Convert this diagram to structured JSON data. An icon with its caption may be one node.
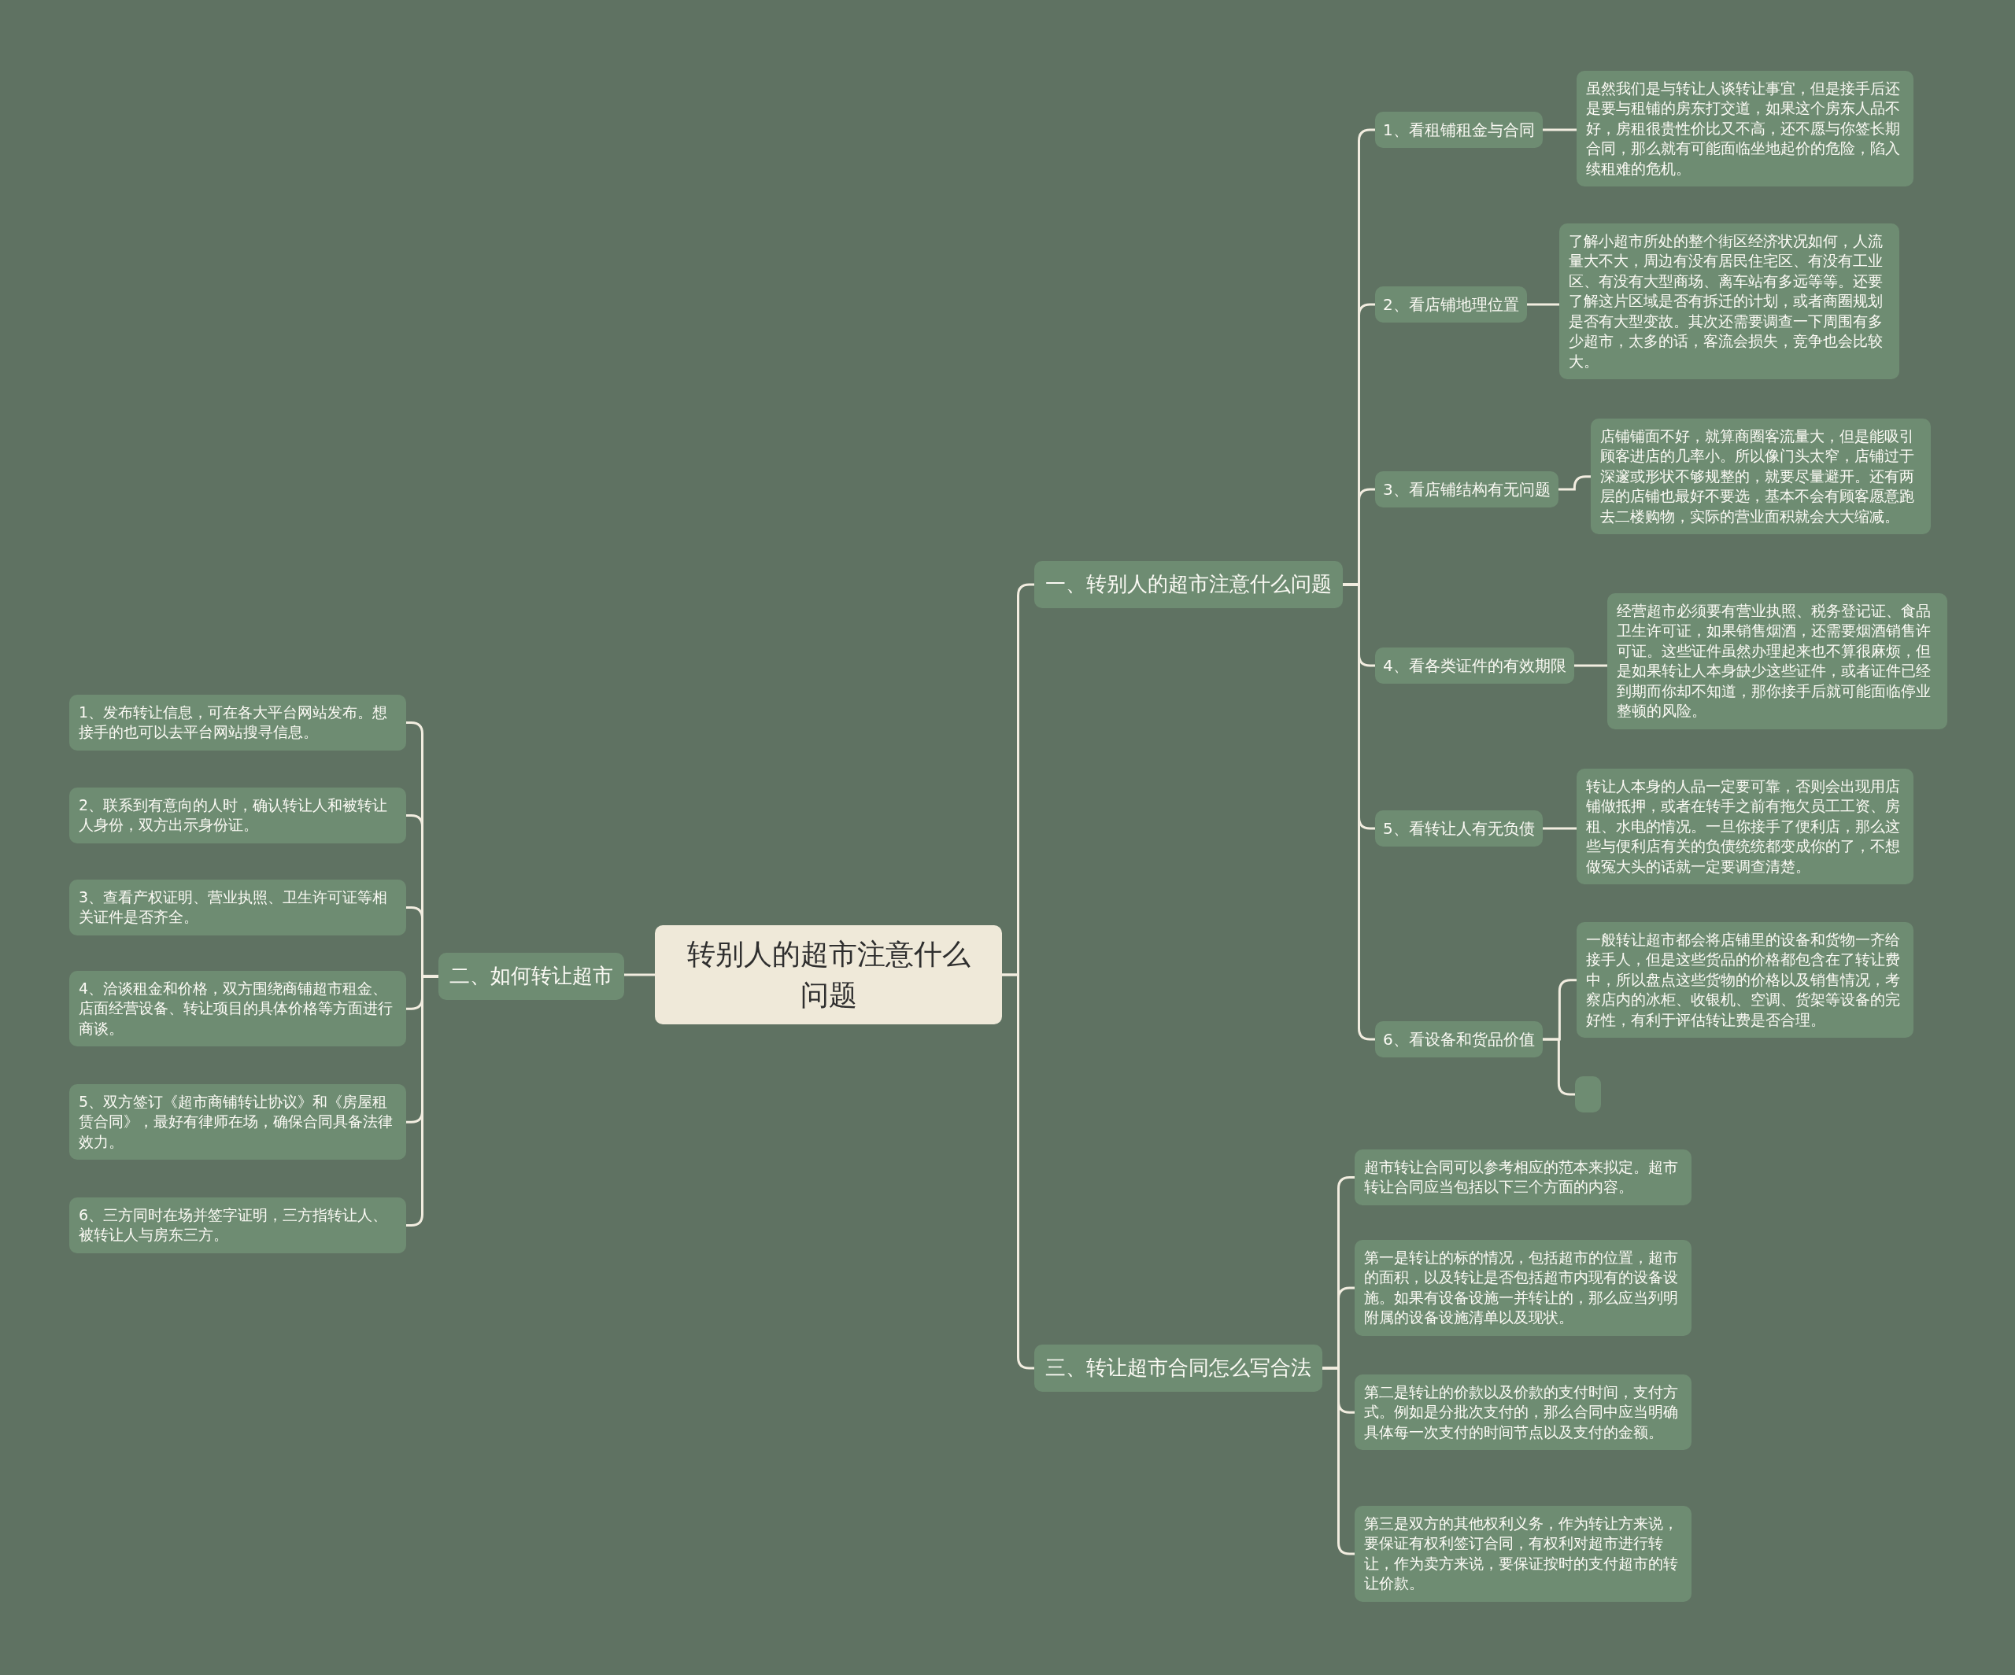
{
  "diagram": {
    "nodes": [
      {
        "text": [
          "转别人的超市注意什么问题"
        ]
      },
      {
        "text": [
          "一、转别人的超市注意什么问题"
        ]
      },
      {
        "text": [
          "二、如何转让超市"
        ]
      },
      {
        "text": [
          "三、转让超市合同怎么写合法"
        ]
      },
      {
        "text": [
          "1、看租铺租金与合同"
        ]
      },
      {
        "text": [
          "虽然我们是与转让人谈转让事宜，但是接手后还是要与租铺的房东打交道，如果这个房东人品不好，房租很贵性价比又不高，还不愿与你签长期合同，那么就有可能面临坐地起价的危险，陷入续租难的危机。"
        ]
      },
      {
        "text": [
          "2、看店铺地理位置"
        ]
      },
      {
        "text": [
          "了解小超市所处的整个街区经济状况如何，人流量大不大，周边有没有居民住宅区、有没有工业区、有没有大型商场、离车站有多远等等。还要了解这片区域是否有拆迁的计划，或者商圈规划是否有大型变故。其次还需要调查一下周围有多少超市，太多的话，客流会损失，竞争也会比较大。"
        ]
      },
      {
        "text": [
          "3、看店铺结构有无问题"
        ]
      },
      {
        "text": [
          "店铺铺面不好，就算商圈客流量大，但是能吸引顾客进店的几率小。所以像门头太窄，店铺过于深邃或形状不够规整的，就要尽量避开。还有两层的店铺也最好不要选，基本不会有顾客愿意跑去二楼购物，实际的营业面积就会大大缩减。"
        ]
      },
      {
        "text": [
          "4、看各类证件的有效期限"
        ]
      },
      {
        "text": [
          "经营超市必须要有营业执照、税务登记证、食品卫生许可证，如果销售烟酒，还需要烟酒销售许可证。这些证件虽然办理起来也不算很麻烦，但是如果转让人本身缺少这些证件，或者证件已经到期而你却不知道，那你接手后就可能面临停业整顿的风险。"
        ]
      },
      {
        "text": [
          "5、看转让人有无负债"
        ]
      },
      {
        "text": [
          "转让人本身的人品一定要可靠，否则会出现用店铺做抵押，或者在转手之前有拖欠员工工资、房租、水电的情况。一旦你接手了便利店，那么这些与便利店有关的负债统统都变成你的了，不想做冤大头的话就一定要调查清楚。"
        ]
      },
      {
        "text": [
          "6、看设备和货品价值"
        ]
      },
      {
        "text": [
          "一般转让超市都会将店铺里的设备和货物一齐给接手人，但是这些货品的价格都包含在了转让费中，所以盘点这些货物的价格以及销售情况，考察店内的冰柜、收银机、空调、货架等设备的完好性，有利于评估转让费是否合理。"
        ]
      },
      {
        "text": [],
        "shape": "box"
      },
      {
        "text": [
          "超市转让合同可以参考相应的范本来拟定。超市转让合同应当包括以下三个方面的内容。"
        ]
      },
      {
        "text": [
          "第一是转让的标的情况，包括超市的位置，超市的面积，以及转让是否包括超市内现有的设备设施。如果有设备设施一并转让的，那么应当列明附属的设备设施清单以及现状。"
        ]
      },
      {
        "text": [
          "第二是转让的价款以及价款的支付时间，支付方式。例如是分批次支付的，那么合同中应当明确具体每一次支付的时间节点以及支付的金额。"
        ]
      },
      {
        "text": [
          "第三是双方的其他权利义务，作为转让方来说，要保证有权利签订合同，有权利对超市进行转让，作为卖方来说，要保证按时的支付超市的转让价款。"
        ]
      },
      {
        "text": [
          "1、发布转让信息，可在各大平台网站发布。想接手的也可以去平台网站搜寻信息。"
        ]
      },
      {
        "text": [
          "2、联系到有意向的人时，确认转让人和被转让人身份，双方出示身份证。"
        ]
      },
      {
        "text": [
          "3、查看产权证明、营业执照、卫生许可证等相关证件是否齐全。"
        ]
      },
      {
        "text": [
          "4、洽谈租金和价格，双方围绕商铺超市租金、店面经营设备、转让项目的具体价格等方面进行商谈。"
        ]
      },
      {
        "text": [
          "5、双方签订《超市商铺转让协议》和《房屋租赁合同》，最好有律师在场，确保合同具备法律效力。"
        ]
      },
      {
        "text": [
          "6、三方同时在场并签字证明，三方指转让人、被转让人与房东三方。"
        ]
      }
    ],
    "edges": [
      {
        "from": 0,
        "to": 1,
        "arrow": "none"
      },
      {
        "from": 0,
        "to": 2,
        "arrow": "none"
      },
      {
        "from": 0,
        "to": 3,
        "arrow": "none"
      },
      {
        "from": 1,
        "to": 4,
        "arrow": "none"
      },
      {
        "from": 1,
        "to": 6,
        "arrow": "none"
      },
      {
        "from": 1,
        "to": 8,
        "arrow": "none"
      },
      {
        "from": 1,
        "to": 10,
        "arrow": "none"
      },
      {
        "from": 1,
        "to": 12,
        "arrow": "none"
      },
      {
        "from": 1,
        "to": 14,
        "arrow": "none"
      },
      {
        "from": 4,
        "to": 5,
        "arrow": "none"
      },
      {
        "from": 6,
        "to": 7,
        "arrow": "none"
      },
      {
        "from": 8,
        "to": 9,
        "arrow": "none"
      },
      {
        "from": 10,
        "to": 11,
        "arrow": "none"
      },
      {
        "from": 12,
        "to": 13,
        "arrow": "none"
      },
      {
        "from": 14,
        "to": 15,
        "arrow": "none"
      },
      {
        "from": 14,
        "to": 16,
        "arrow": "none"
      },
      {
        "from": 3,
        "to": 17,
        "arrow": "none"
      },
      {
        "from": 3,
        "to": 18,
        "arrow": "none"
      },
      {
        "from": 3,
        "to": 19,
        "arrow": "none"
      },
      {
        "from": 3,
        "to": 20,
        "arrow": "none"
      },
      {
        "from": 2,
        "to": 21,
        "arrow": "none"
      },
      {
        "from": 2,
        "to": 22,
        "arrow": "none"
      },
      {
        "from": 2,
        "to": 23,
        "arrow": "none"
      },
      {
        "from": 2,
        "to": 24,
        "arrow": "none"
      },
      {
        "from": 2,
        "to": 25,
        "arrow": "none"
      },
      {
        "from": 2,
        "to": 26,
        "arrow": "none"
      }
    ]
  }
}
